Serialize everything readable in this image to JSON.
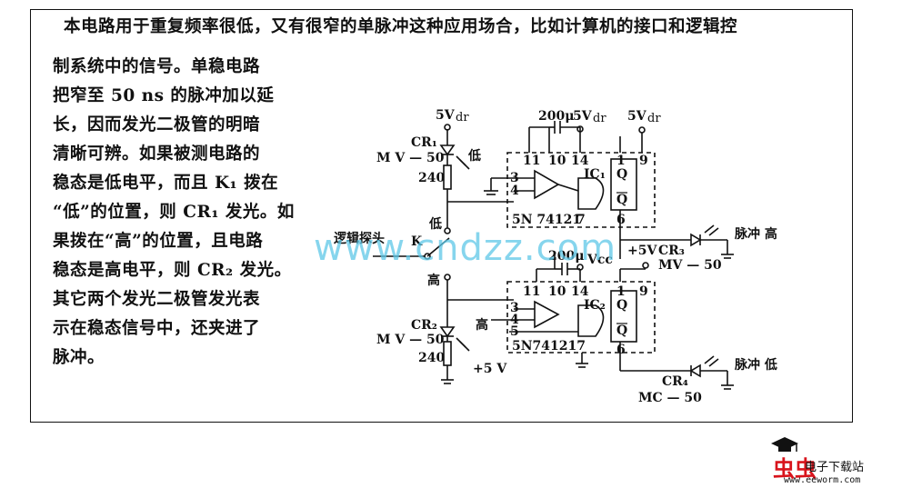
{
  "text": {
    "line1": "本电路用于重复频率很低，又有很窄的单脉冲这种应用场合，比如计算机的接口和逻辑控",
    "lines": [
      "制系统中的信号。单稳电路",
      "把窄至 50 ns 的脉冲加以延",
      "长，因而发光二极管的明暗",
      "清晰可辨。如果被测电路的",
      "稳态是低电平，而且 K₁ 拨在",
      "“低”的位置，则 CR₁ 发光。如",
      "果拨在“高”的位置，且电路",
      "稳态是高电平，则 CR₂ 发光。",
      "其它两个发光二极管发光表",
      "示在稳态信号中，还夹进了",
      "脉冲。"
    ]
  },
  "circuit": {
    "vdr_top_left": "5V",
    "vdr_sub": "dr",
    "cr1": "CR₁",
    "mv50_1": "M V — 50",
    "low_top": "低",
    "r240_1": "240",
    "cap_top": "200μ",
    "v5dr_mid": "5V",
    "v5dr_right": "5V",
    "pins_ic1": [
      "11",
      "10",
      "14",
      "1",
      "9",
      "3",
      "4",
      "7",
      "6"
    ],
    "ic1": "IC₁",
    "q": "Q",
    "qbar": "Q",
    "chip1": "5N 74121",
    "chip_pin7": "7",
    "probe": "逻辑探头",
    "k": "K",
    "low_switch": "低",
    "high_switch": "高",
    "plus5v_cr3": "+5V",
    "cr3": "CR₃",
    "mv50_3": "MV — 50",
    "pulse_high": "脉冲 高",
    "cap_bottom": "200μ",
    "vcc": "Vcc",
    "pins_ic2": [
      "11",
      "10",
      "14",
      "1",
      "9",
      "3",
      "4",
      "5",
      "6"
    ],
    "ic2": "IC₂",
    "chip2": "5N741217",
    "cr2": "CR₂",
    "mv50_2": "M V — 50",
    "high_mid": "高",
    "r240_2": "240",
    "plus5v_bottom": "+5 V",
    "cr4": "CR₄",
    "mc50": "MC — 50",
    "pulse_low": "脉冲 低"
  },
  "watermark": {
    "text": "www.cndzz.com"
  },
  "logo": {
    "red": "虫虫",
    "cn": "电子下载站",
    "url": "www.eeworm.com"
  }
}
